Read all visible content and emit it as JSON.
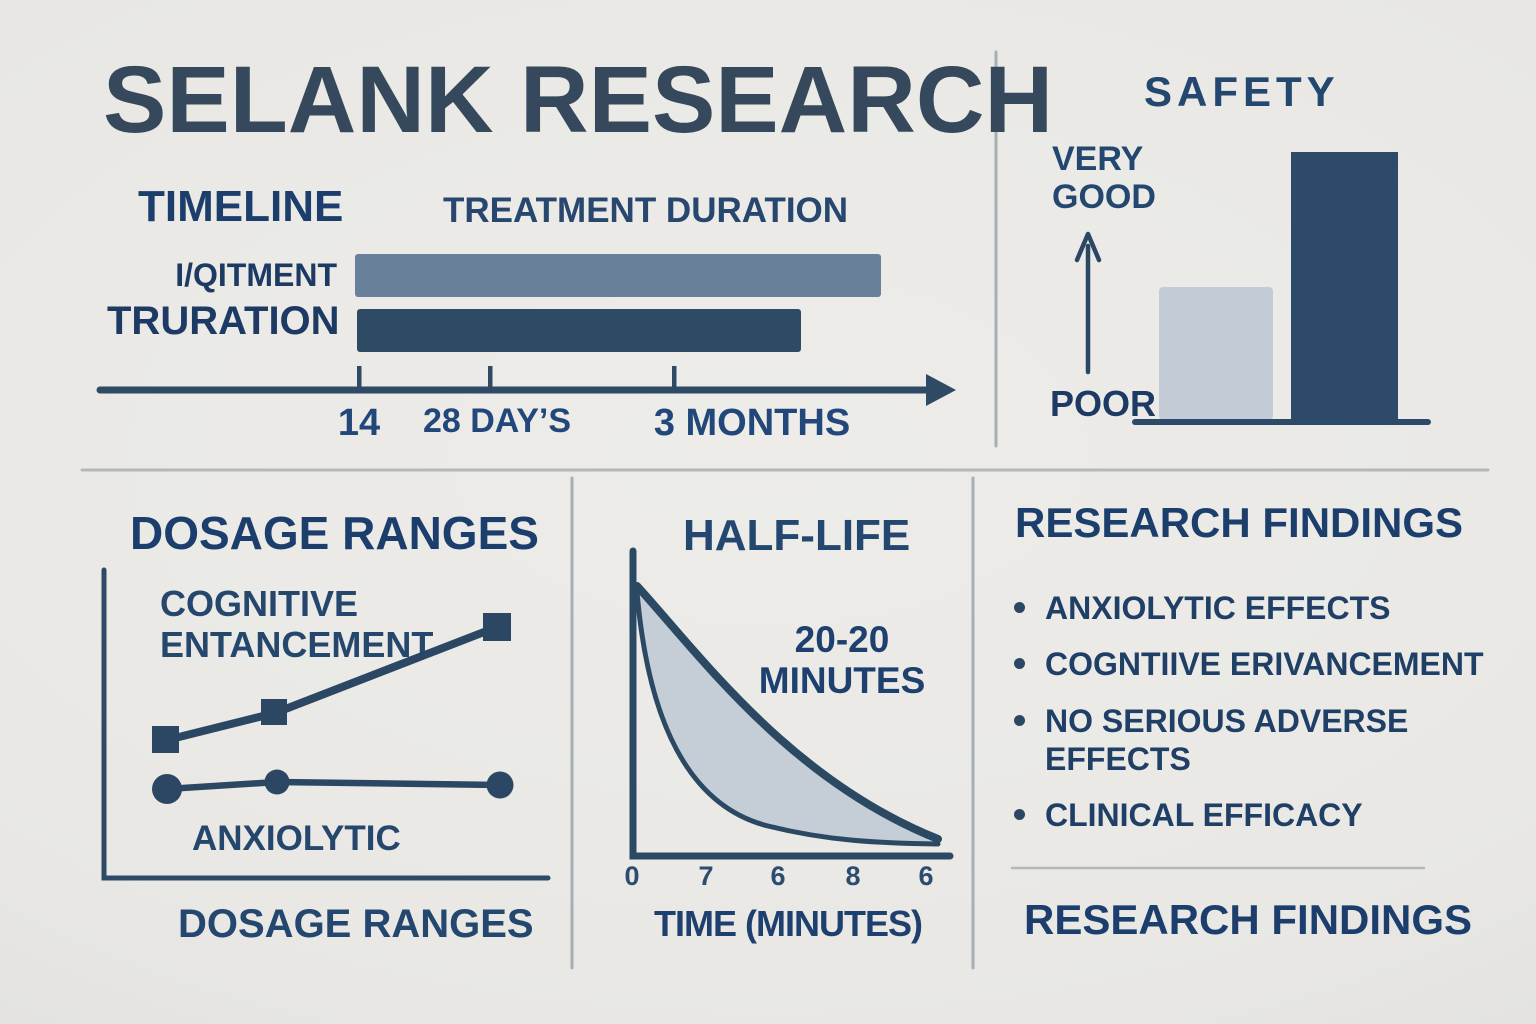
{
  "page": {
    "title": "SELANK RESEARCH"
  },
  "colors": {
    "background": "#e9e8e4",
    "ink_title": "#36495c",
    "ink_heading": "#1c3e6c",
    "ink_body": "#25476d",
    "timeline_bar_light": "#68809a",
    "timeline_bar_dark": "#2e4a64",
    "safety_bar_light": "#c3ccd6",
    "safety_bar_dark": "#2d4b68",
    "half_life_fill": "#c5cdd6",
    "divider_gray": "#aab1b7"
  },
  "timeline": {
    "heading": "TIMELINE",
    "subheading": "TREATMENT DURATION",
    "bars": [
      {
        "label": "I/QITMENT",
        "color": "#68809a"
      },
      {
        "label": "TRURATION",
        "color": "#2e4a64"
      }
    ],
    "ticks": [
      "14",
      "28 DAY’S",
      "3 MONTHS"
    ]
  },
  "safety": {
    "heading": "SAFETY",
    "scale_top": "VERY\nGOOD",
    "scale_bottom": "POOR",
    "bars": [
      {
        "value_norm": 0.48,
        "color": "#c3ccd6"
      },
      {
        "value_norm": 0.96,
        "color": "#2d4b68"
      }
    ]
  },
  "dosage": {
    "heading": "DOSAGE RANGES",
    "series": [
      {
        "label": "COGNITIVE\nENTANCEMENT",
        "marker": "square"
      },
      {
        "label": "ANXIOLYTIC",
        "marker": "circle"
      }
    ],
    "xlabel": "DOSAGE RANGES"
  },
  "half_life": {
    "heading": "HALF-LIFE",
    "annotation": "20-20\nMINUTES",
    "ticks": [
      "0",
      "7",
      "6",
      "8",
      "6"
    ],
    "xlabel": "TIME (MINUTES)"
  },
  "findings": {
    "heading": "RESEARCH FINDINGS",
    "items": [
      "ANXIOLYTIC EFFECTS",
      "COGNTIIVE ERIVANCEMENT",
      "NO SERIOUS ADVERSE EFFECTS",
      "CLINICAL EFFICACY"
    ],
    "footer": "RESEARCH FINDINGS"
  },
  "chart_data": [
    {
      "id": "treatment-duration-timeline",
      "type": "bar",
      "orientation": "horizontal",
      "title": "TREATMENT DURATION",
      "categories": [
        "I/QITMENT",
        "TRURATION"
      ],
      "x_ticks": [
        "14",
        "28 DAY’S",
        "3 MONTHS"
      ],
      "bar_extents_norm": [
        [
          0.3,
          0.92
        ],
        [
          0.3,
          0.83
        ]
      ],
      "note": "bars start above the 14 tick; axis is an arrow pointing right",
      "colors": [
        "#68809a",
        "#2e4a64"
      ],
      "legend_position": "none",
      "grid": false
    },
    {
      "id": "safety",
      "type": "bar",
      "title": "SAFETY",
      "y_axis": {
        "bottom": "POOR",
        "top": "VERY GOOD"
      },
      "categories": [
        "bar-1",
        "bar-2"
      ],
      "values_norm": [
        0.48,
        0.96
      ],
      "colors": [
        "#c3ccd6",
        "#2d4b68"
      ],
      "ylim": [
        0,
        1
      ],
      "grid": false
    },
    {
      "id": "dosage-ranges",
      "type": "line",
      "title": "DOSAGE RANGES",
      "xlabel": "DOSAGE RANGES",
      "x_norm": [
        0.14,
        0.39,
        0.9
      ],
      "series": [
        {
          "name": "COGNITIVE ENTANCEMENT",
          "marker": "square",
          "y_norm": [
            0.45,
            0.54,
            0.82
          ]
        },
        {
          "name": "ANXIOLYTIC",
          "marker": "circle",
          "y_norm": [
            0.29,
            0.32,
            0.31
          ]
        }
      ],
      "ylim": [
        0,
        1
      ],
      "grid": false,
      "legend_position": "inline-labels"
    },
    {
      "id": "half-life",
      "type": "area",
      "title": "HALF-LIFE",
      "annotation": "20-20 MINUTES",
      "xlabel": "TIME (MINUTES)",
      "x_ticks": [
        "0",
        "7",
        "6",
        "8",
        "6"
      ],
      "description": "two exponential decay curves from the same origin with a shaded band between them; upper curve decays slowly, lower curve decays fast",
      "fill_color": "#c5cdd6",
      "stroke_color": "#2c4964",
      "grid": false
    }
  ]
}
